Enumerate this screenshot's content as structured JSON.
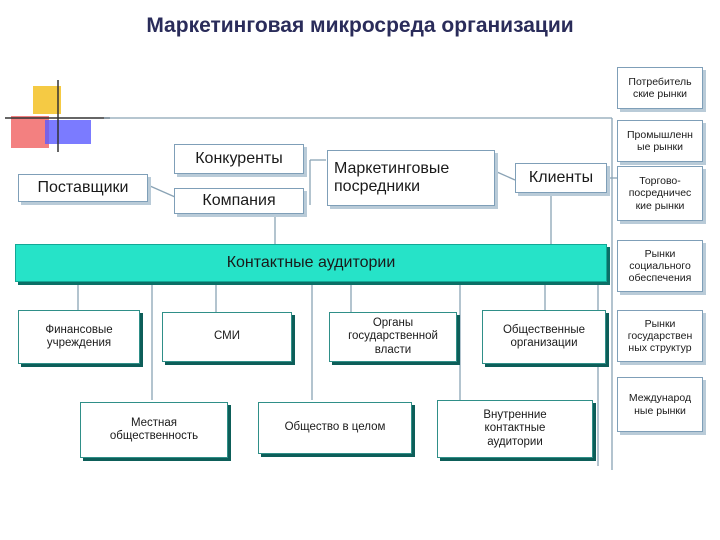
{
  "title": "Маркетинговая микросреда организации",
  "boxes": {
    "konkurenty": "Конкуренты",
    "kompaniya": "Компания",
    "postavshchiki": "Поставщики",
    "posredniki": "Маркетинговые посредники",
    "klienty": "Клиенты",
    "kontaktnye": "Контактные аудитории",
    "finansovye": "Финансовые учреждения",
    "smi": "СМИ",
    "organy": "Органы государственной власти",
    "obshchestvennye": "Общественные организации",
    "mestnaya": "Местная общественность",
    "obshchestvo": "Общество в целом",
    "vnutrennie": "Внутренние контактные аудитории"
  },
  "markets": [
    "Потребитель ские рынки",
    "Промышленн ые рынки",
    "Торгово-посредничес кие рынки",
    "Рынки социального обеспечения",
    "Рынки государствен ных структур",
    "Международ ные рынки"
  ],
  "colors": {
    "accent": "#26e3c8",
    "title": "#2a2c5a",
    "line": "#8aa3b5"
  }
}
